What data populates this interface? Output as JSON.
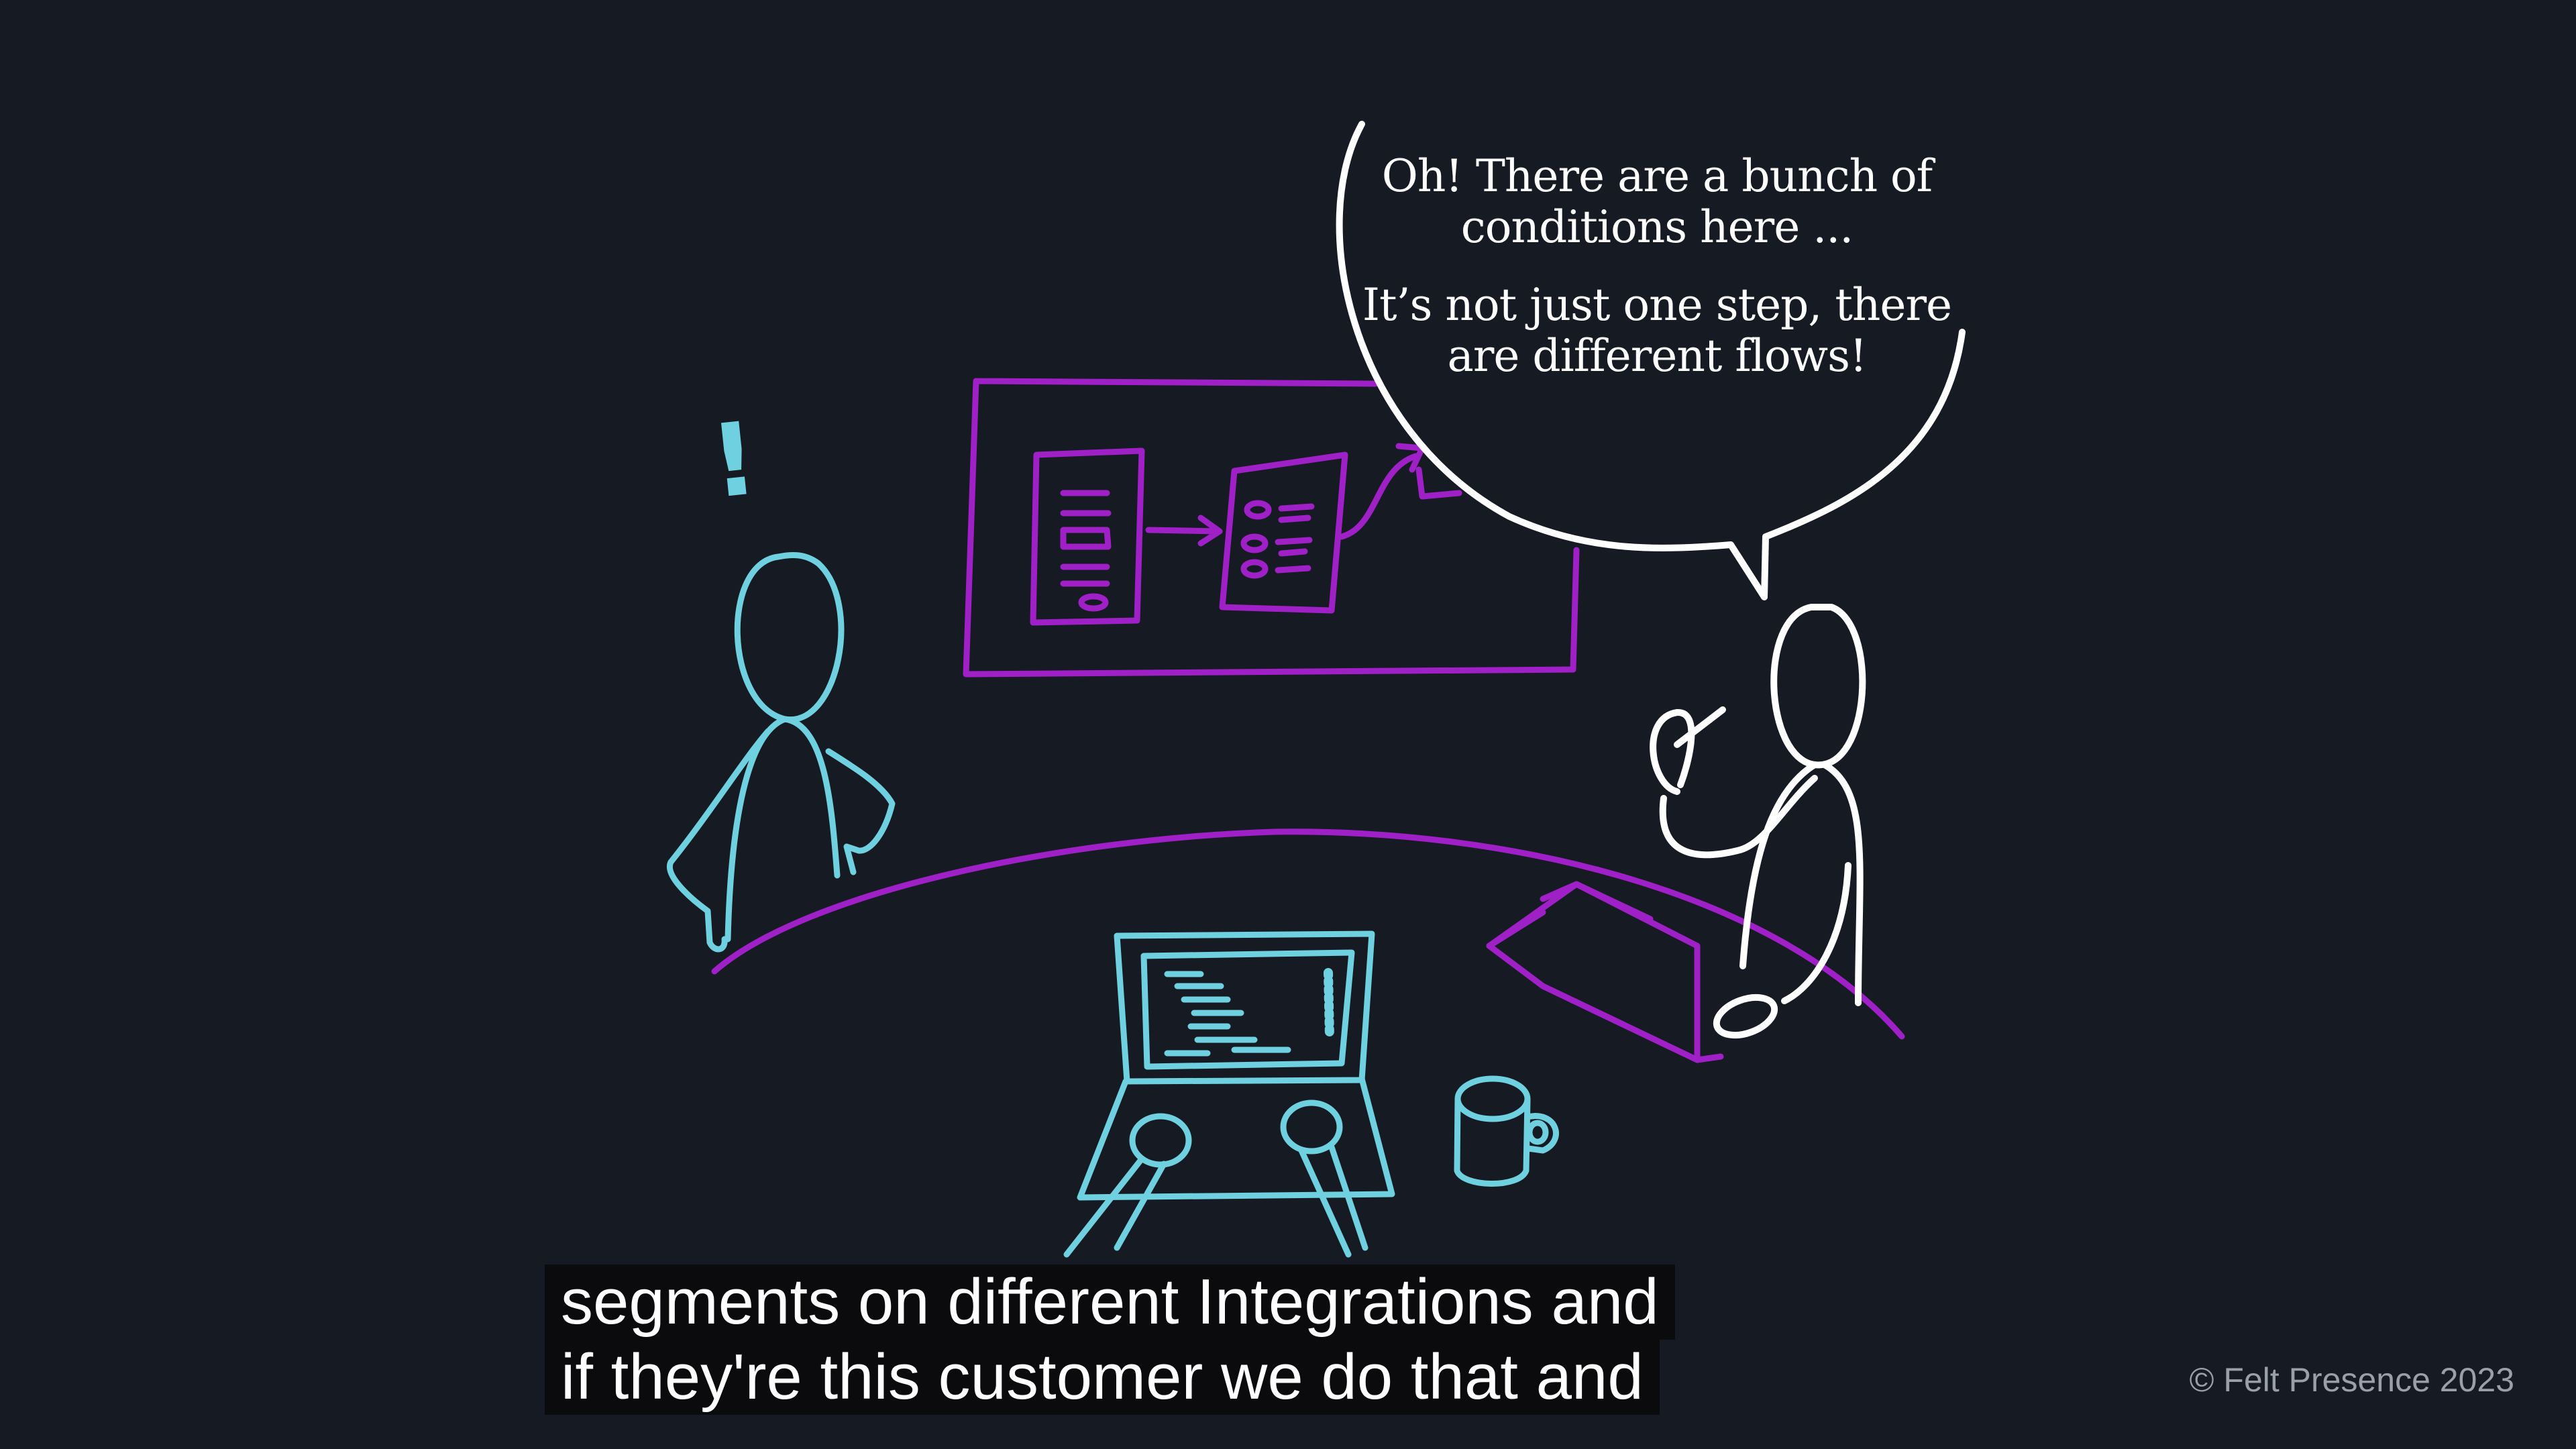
{
  "speech_bubble": {
    "line1": "Oh! There are a bunch of conditions here ...",
    "line2": "It’s not just one step, there are different flows!"
  },
  "exclamation": "!",
  "captions": {
    "line1": "segments on different Integrations and",
    "line2": "if they're this customer we do that and"
  },
  "copyright": "© Felt Presence 2023",
  "colors": {
    "background": "#161a23",
    "cyan": "#6fd0e0",
    "purple": "#a020c8",
    "white": "#ffffff"
  }
}
